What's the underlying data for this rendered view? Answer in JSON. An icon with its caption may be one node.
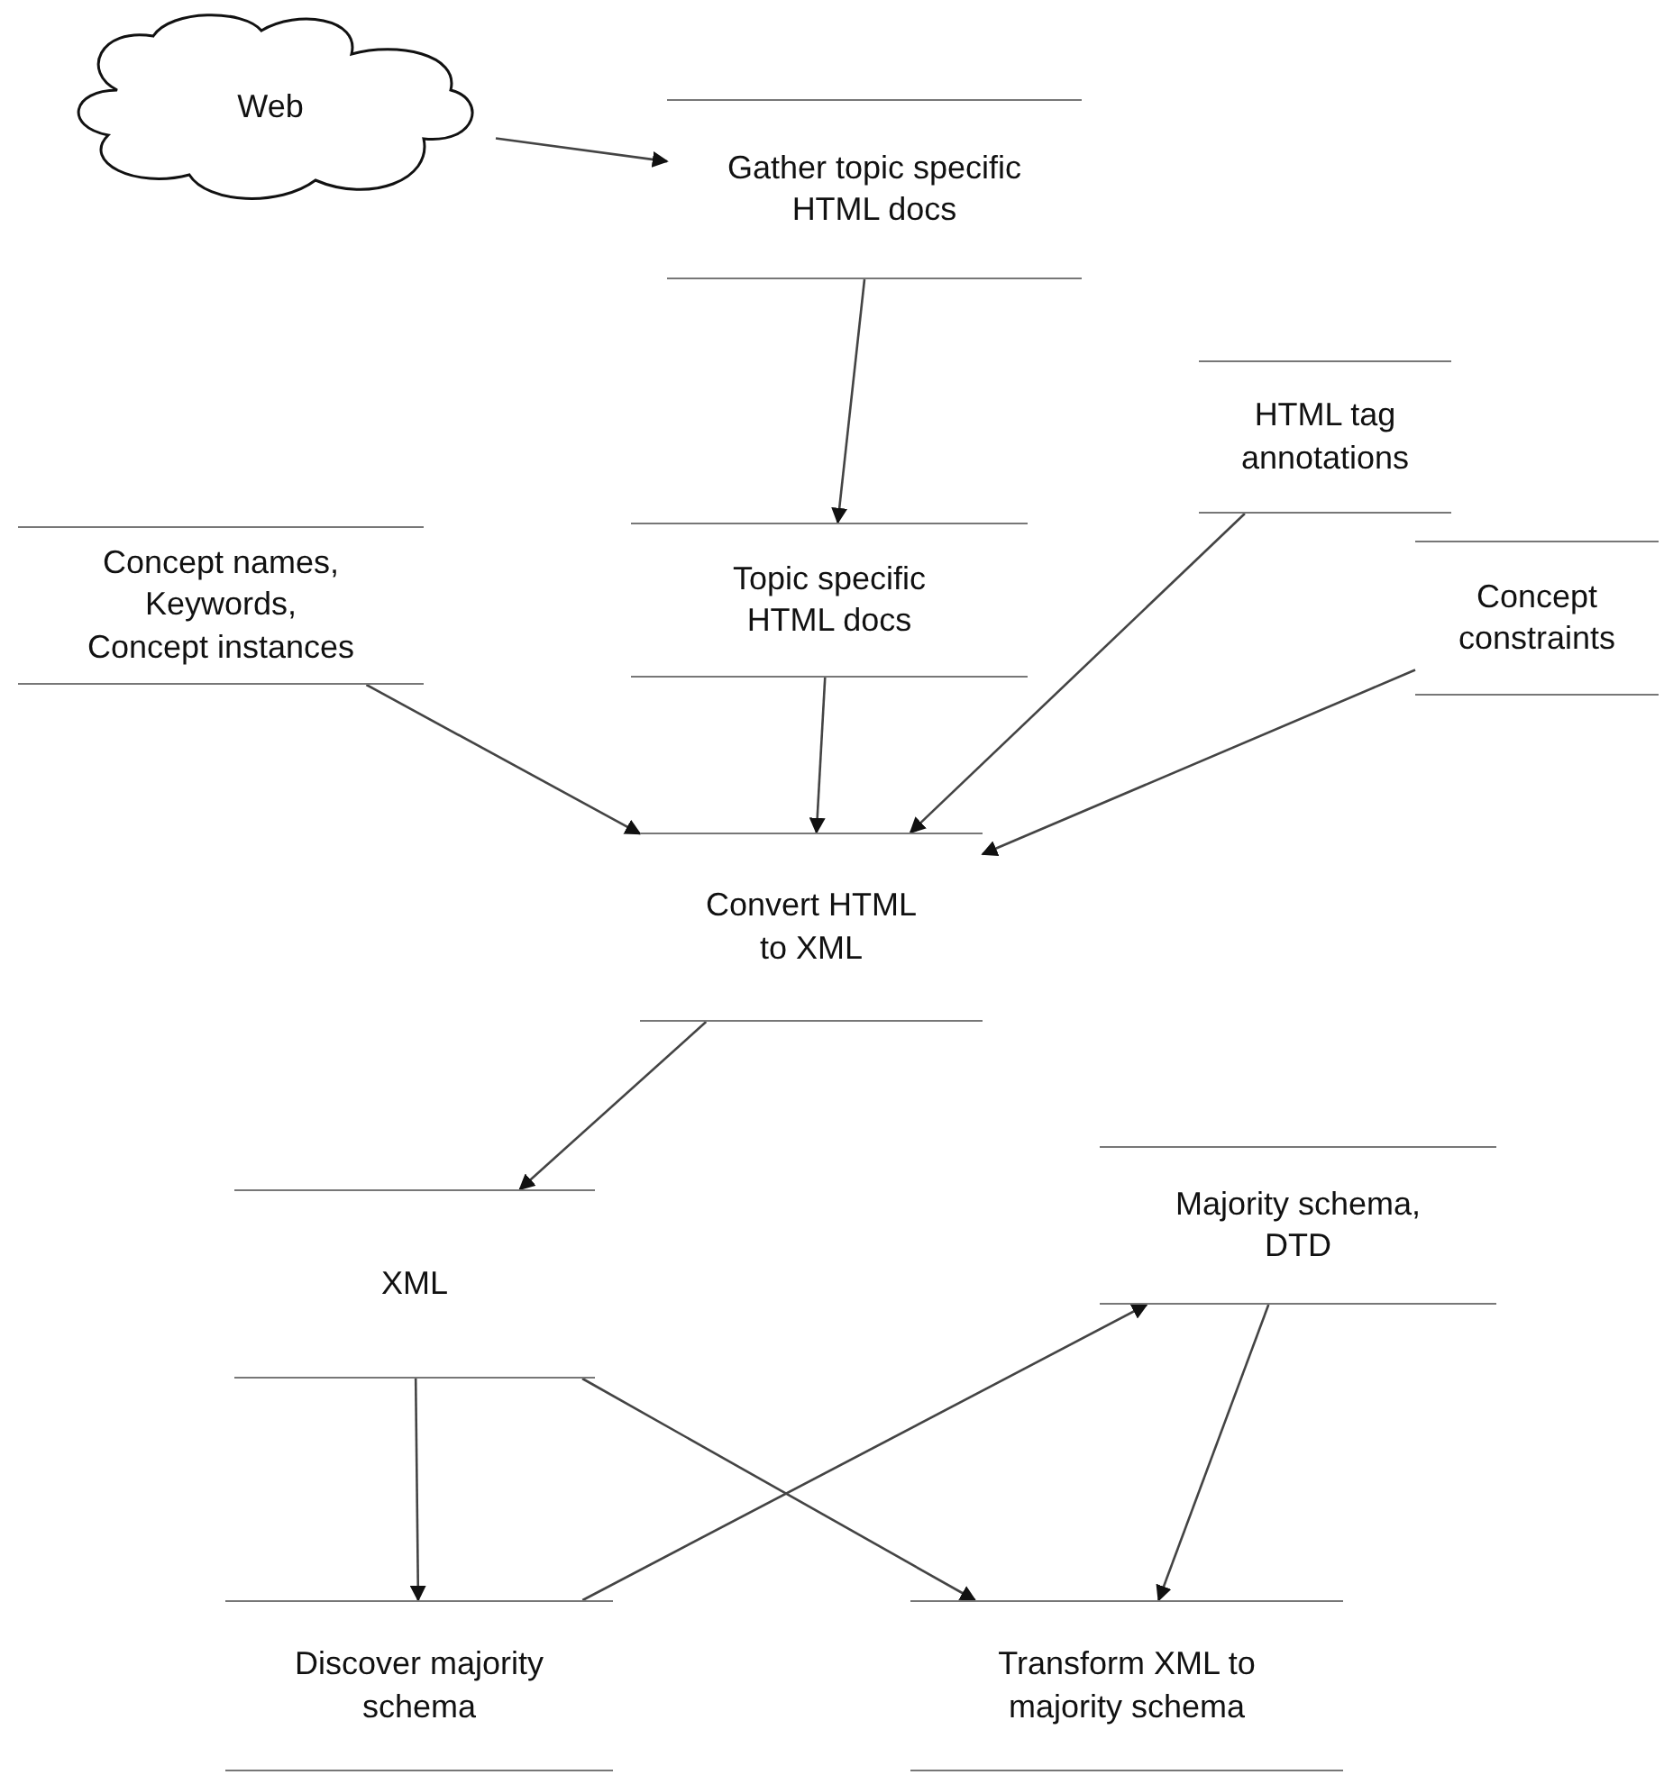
{
  "diagram": {
    "nodes": [
      {
        "text": [
          "Web"
        ]
      },
      {
        "text": [
          "Gather topic specific HTML docs"
        ]
      },
      {
        "text": [
          "HTML tag annotations"
        ]
      },
      {
        "text": [
          "Concept names, Keywords, Concept instances"
        ]
      },
      {
        "text": [
          "Topic specific HTML docs"
        ]
      },
      {
        "text": [
          "Concept constraints"
        ]
      },
      {
        "text": [
          "Convert HTML to XML"
        ]
      },
      {
        "text": [
          "XML"
        ]
      },
      {
        "text": [
          "Majority schema, DTD"
        ]
      },
      {
        "text": [
          "Discover majority schema"
        ]
      },
      {
        "text": [
          "Transform XML to majority schema"
        ]
      }
    ],
    "edges": [
      {
        "from": 0,
        "to": 1,
        "arrow": "to"
      },
      {
        "from": 1,
        "to": 4,
        "arrow": "to"
      },
      {
        "from": 3,
        "to": 6,
        "arrow": "to"
      },
      {
        "from": 4,
        "to": 6,
        "arrow": "to"
      },
      {
        "from": 2,
        "to": 6,
        "arrow": "to"
      },
      {
        "from": 5,
        "to": 6,
        "arrow": "to"
      },
      {
        "from": 6,
        "to": 7,
        "arrow": "to"
      },
      {
        "from": 7,
        "to": 9,
        "arrow": "to"
      },
      {
        "from": 9,
        "to": 8,
        "arrow": "to"
      },
      {
        "from": 8,
        "to": 10,
        "arrow": "to"
      },
      {
        "from": 7,
        "to": 10,
        "arrow": "to"
      }
    ]
  }
}
